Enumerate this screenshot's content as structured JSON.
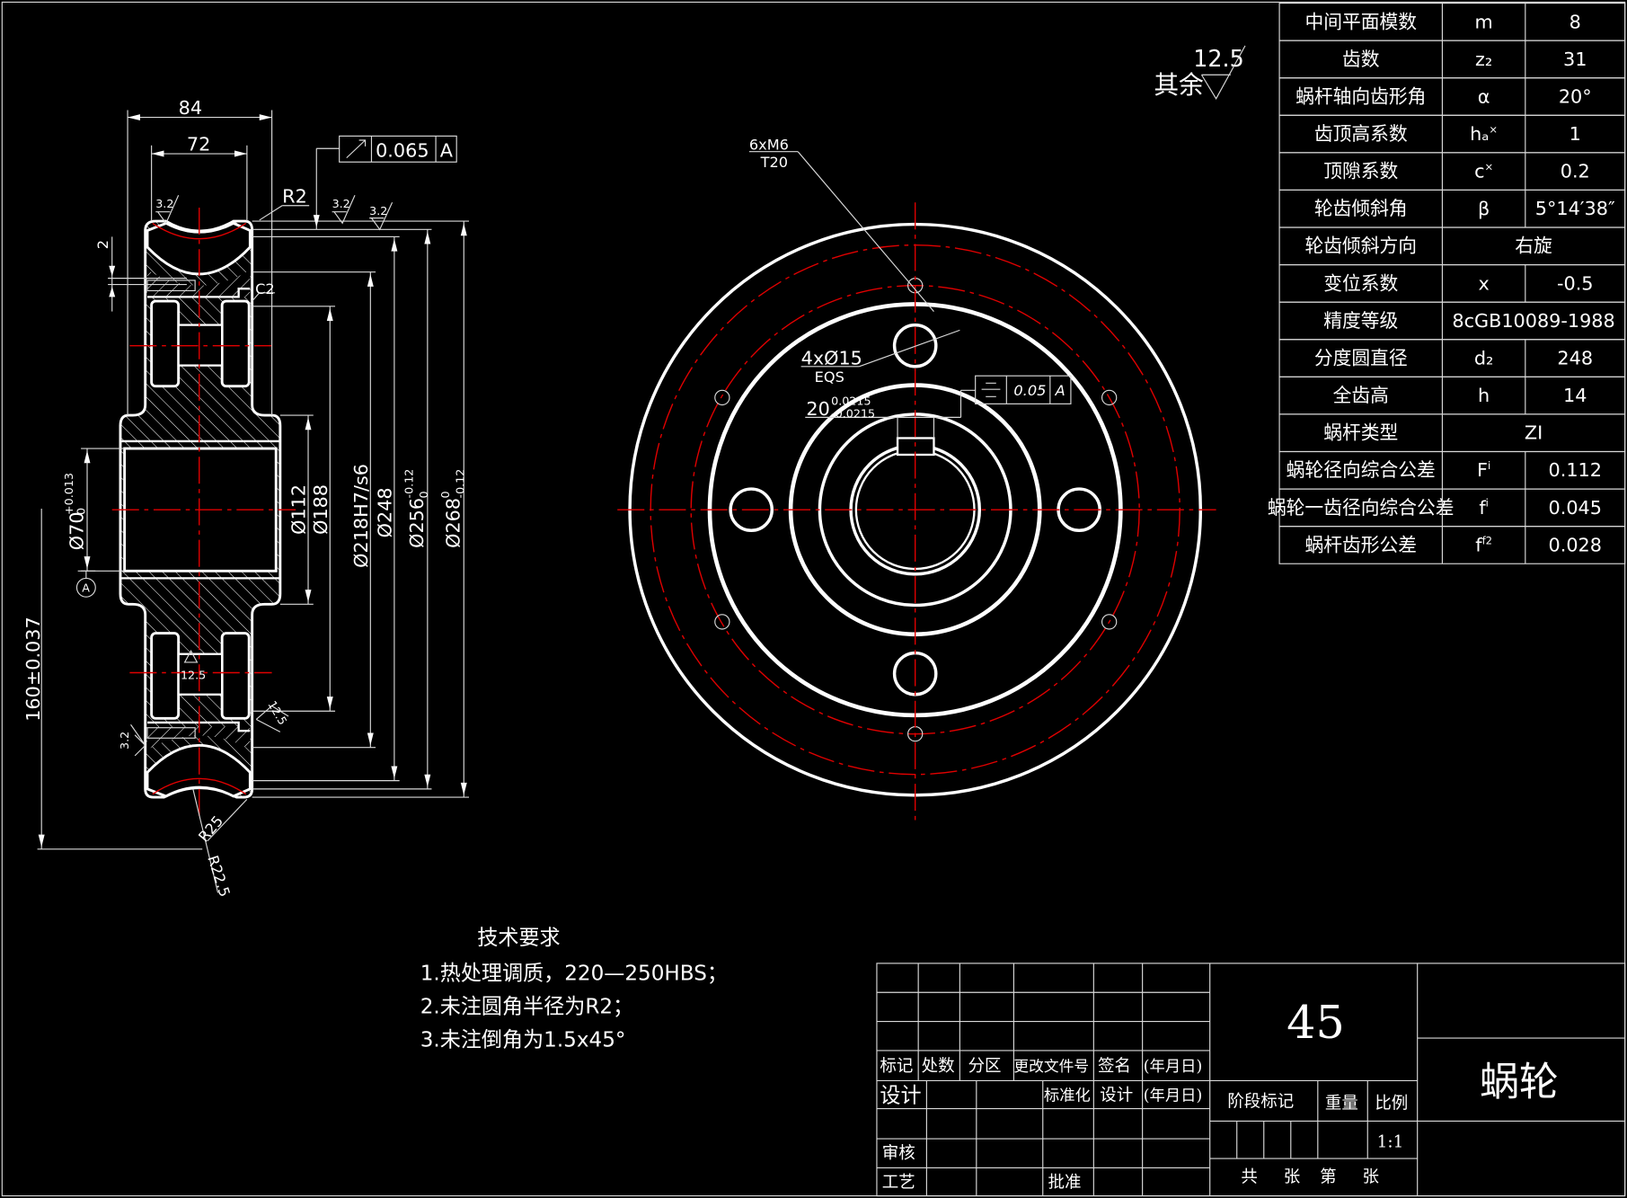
{
  "params": [
    {
      "name": "中间平面模数",
      "symbol": "m",
      "sup": "",
      "value": "8"
    },
    {
      "name": "齿数",
      "symbol": "z₂",
      "sup": "",
      "value": "31"
    },
    {
      "name": "蜗杆轴向齿形角",
      "symbol": "α",
      "sup": "",
      "value": "20°"
    },
    {
      "name": "齿顶高系数",
      "symbol": "hₐ",
      "sup": "×",
      "value": "1"
    },
    {
      "name": "顶隙系数",
      "symbol": "c",
      "sup": "×",
      "value": "0.2"
    },
    {
      "name": "轮齿倾斜角",
      "symbol": "β",
      "sup": "",
      "value": "5°14′38″"
    },
    {
      "name": "轮齿倾斜方向",
      "merged": "右旋"
    },
    {
      "name": "变位系数",
      "symbol": "x",
      "sup": "",
      "value": "-0.5"
    },
    {
      "name": "精度等级",
      "merged": "8cGB10089-1988"
    },
    {
      "name": "分度圆直径",
      "symbol": "d₂",
      "sup": "",
      "value": "248"
    },
    {
      "name": "全齿高",
      "symbol": "h",
      "sup": "",
      "value": "14"
    },
    {
      "name": "蜗杆类型",
      "merged": "ZI"
    },
    {
      "name": "蜗轮径向综合公差",
      "symbol": "F",
      "sup": "i",
      "value": "0.112"
    },
    {
      "name": "蜗轮一齿径向综合公差",
      "symbol": "f",
      "sup": "i",
      "value": "0.045"
    },
    {
      "name": "蜗杆齿形公差",
      "symbol": "f",
      "sup": "f2",
      "value": "0.028"
    }
  ],
  "surface_note": {
    "label": "其余",
    "value": "12.5"
  },
  "side_view": {
    "dim_84": "84",
    "dim_72": "72",
    "tol_value": "0.065",
    "tol_datum": "A",
    "r2": "R2",
    "c2": "C2",
    "dim_2": "2",
    "rough": "3.2",
    "rough_hole": "12.5",
    "rough_small": "12.5",
    "d112": "Ø112",
    "d188": "Ø188",
    "d218": "Ø218H7/s6",
    "d248": "Ø248",
    "d256": "Ø256",
    "d256_sup": "-0.12",
    "d256_sub": "0",
    "d268": "Ø268",
    "d268_sup": "0",
    "d268_sub": "-0.12",
    "d70": "Ø70",
    "d70_sup": "+0.013",
    "d70_sub": "0",
    "dist160": "160±0.037",
    "datum": "A",
    "r25": "R25",
    "r225": "R22.5"
  },
  "front_view": {
    "holes_m6": "6xM6",
    "depth": "T20",
    "holes_15": "4xØ15",
    "eqs": "EQS",
    "key_width": "20",
    "key_sup": "0.0215",
    "key_sub": "-0.0215",
    "tol_value": "0.05",
    "tol_datum": "A"
  },
  "tech": {
    "title": "技术要求",
    "items": [
      "1.热处理调质，220—250HBS；",
      "2.未注圆角半径为R2；",
      "3.未注倒角为1.5x45°"
    ]
  },
  "title_block": {
    "material": "45",
    "part_name": "蜗轮",
    "h_mark": "标记",
    "h_count": "处数",
    "h_zone": "分区",
    "h_doc": "更改文件号",
    "h_sign": "签名",
    "h_date": "(年月日)",
    "design": "设计",
    "standard": "标准化",
    "design2": "设计",
    "date2": "(年月日)",
    "review": "审核",
    "process": "工艺",
    "approve": "批准",
    "stage": "阶段标记",
    "weight": "重量",
    "scale_label": "比例",
    "scale": "1:1",
    "sheets_total": "共",
    "sheets_unit": "张",
    "sheet_no": "第",
    "sheet_unit2": "张"
  }
}
